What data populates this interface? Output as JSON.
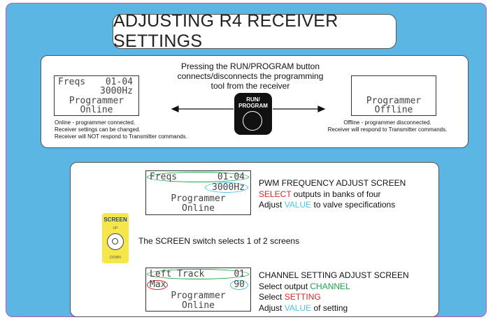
{
  "title": "ADJUSTING R4 RECEIVER SETTINGS",
  "top_panel": {
    "description": [
      "Pressing the RUN/PROGRAM button",
      "connects/disconnects the programming",
      "tool from the receiver"
    ],
    "button_label_line1": "RUN/",
    "button_label_line2": "PROGRAM",
    "online_lcd": {
      "line1_left": "Freqs",
      "line1_right": "01-04",
      "line2": "3000Hz",
      "line3": "Programmer",
      "line4": "Online"
    },
    "offline_lcd": {
      "line3": "Programmer",
      "line4": "Offline"
    },
    "online_note": [
      "Online - programmer connected.",
      "Receiver settings can be changed.",
      "Receiver will NOT respond to Transmitter commands."
    ],
    "offline_note": [
      "Offline - programmer disconnected.",
      "Receiver will respond to Transmitter commands."
    ]
  },
  "bottom_panel": {
    "switch_title": "SCREEN",
    "switch_up": "UP",
    "switch_down": "DOWN",
    "switch_caption": "The SCREEN switch selects 1 of 2 screens",
    "freq_lcd": {
      "line1_left": "Freqs",
      "line1_right": "01-04",
      "line2": "3000Hz",
      "line3": "Programmer",
      "line4": "Online"
    },
    "freq_info": {
      "title": "PWM FREQUENCY ADJUST SCREEN",
      "l2_a": "SELECT",
      "l2_b": " outputs in banks of four",
      "l3_a": "Adjust ",
      "l3_b": "VALUE",
      "l3_c": " to valve specifications"
    },
    "channel_lcd": {
      "line1_left": "Left Track",
      "line1_right": "01",
      "line2_left": "Max",
      "line2_right": "90",
      "line3": "Programmer",
      "line4": "Online"
    },
    "channel_info": {
      "title": "CHANNEL SETTING ADJUST SCREEN",
      "l2_a": "Select output ",
      "l2_b": "CHANNEL",
      "l3_a": "Select ",
      "l3_b": "SETTING",
      "l4_a": "Adjust ",
      "l4_b": "VALUE",
      "l4_c": " of setting"
    }
  },
  "colors": {
    "background": "#5bb6e3",
    "border": "#b85cb8",
    "select": "#e0262a",
    "channel": "#19a64a",
    "value": "#4cc3e8",
    "switch_plate": "#f5e74b"
  }
}
